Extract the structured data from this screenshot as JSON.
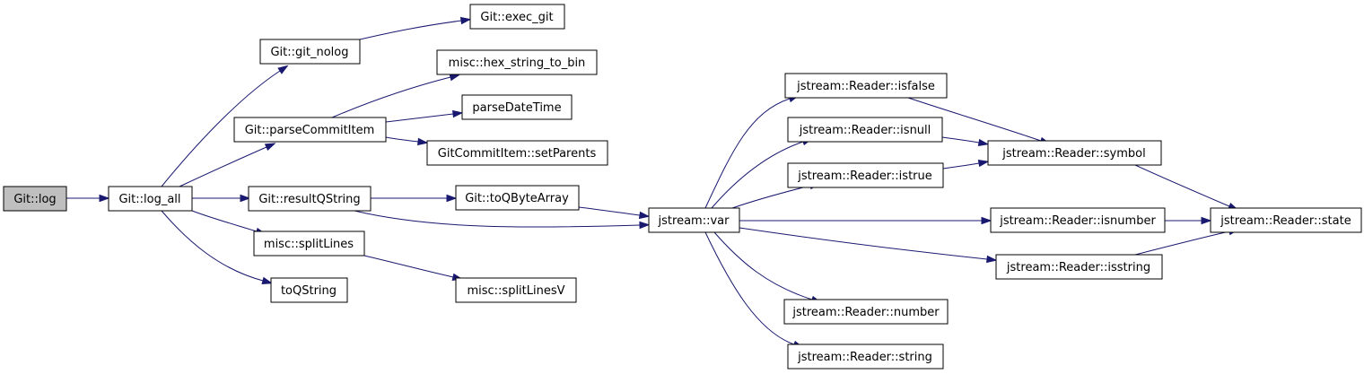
{
  "colors": {
    "edge": "#191970",
    "node_fill": "#ffffff",
    "root_fill": "#bfbfbf",
    "border": "#000000"
  },
  "nodes": {
    "git_log": "Git::log",
    "git_log_all": "Git::log_all",
    "git_exec_git": "Git::exec_git",
    "git_git_nolog": "Git::git_nolog",
    "misc_hex_string_to_bin": "misc::hex_string_to_bin",
    "git_parse_commit_item": "Git::parseCommitItem",
    "parse_date_time": "parseDateTime",
    "git_commit_item_set_parents": "GitCommitItem::setParents",
    "git_result_qstring": "Git::resultQString",
    "git_to_qbytearray": "Git::toQByteArray",
    "misc_split_lines": "misc::splitLines",
    "misc_split_lines_v": "misc::splitLinesV",
    "to_qstring": "toQString",
    "jstream_var": "jstream::var",
    "jstream_reader_isfalse": "jstream::Reader::isfalse",
    "jstream_reader_isnull": "jstream::Reader::isnull",
    "jstream_reader_istrue": "jstream::Reader::istrue",
    "jstream_reader_symbol": "jstream::Reader::symbol",
    "jstream_reader_isnumber": "jstream::Reader::isnumber",
    "jstream_reader_isstring": "jstream::Reader::isstring",
    "jstream_reader_state": "jstream::Reader::state",
    "jstream_reader_number": "jstream::Reader::number",
    "jstream_reader_string": "jstream::Reader::string"
  },
  "edges": [
    [
      "git_log",
      "git_log_all"
    ],
    [
      "git_log_all",
      "git_git_nolog"
    ],
    [
      "git_log_all",
      "git_parse_commit_item"
    ],
    [
      "git_log_all",
      "git_result_qstring"
    ],
    [
      "git_log_all",
      "misc_split_lines"
    ],
    [
      "git_log_all",
      "to_qstring"
    ],
    [
      "git_git_nolog",
      "git_exec_git"
    ],
    [
      "git_parse_commit_item",
      "misc_hex_string_to_bin"
    ],
    [
      "git_parse_commit_item",
      "parse_date_time"
    ],
    [
      "git_parse_commit_item",
      "git_commit_item_set_parents"
    ],
    [
      "git_result_qstring",
      "git_to_qbytearray"
    ],
    [
      "git_result_qstring",
      "jstream_var"
    ],
    [
      "git_to_qbytearray",
      "jstream_var"
    ],
    [
      "misc_split_lines",
      "misc_split_lines_v"
    ],
    [
      "jstream_var",
      "jstream_reader_isfalse"
    ],
    [
      "jstream_var",
      "jstream_reader_isnull"
    ],
    [
      "jstream_var",
      "jstream_reader_istrue"
    ],
    [
      "jstream_var",
      "jstream_reader_isnumber"
    ],
    [
      "jstream_var",
      "jstream_reader_isstring"
    ],
    [
      "jstream_var",
      "jstream_reader_number"
    ],
    [
      "jstream_var",
      "jstream_reader_string"
    ],
    [
      "jstream_reader_isfalse",
      "jstream_reader_symbol"
    ],
    [
      "jstream_reader_isnull",
      "jstream_reader_symbol"
    ],
    [
      "jstream_reader_istrue",
      "jstream_reader_symbol"
    ],
    [
      "jstream_reader_symbol",
      "jstream_reader_state"
    ],
    [
      "jstream_reader_isnumber",
      "jstream_reader_state"
    ],
    [
      "jstream_reader_isstring",
      "jstream_reader_state"
    ]
  ]
}
